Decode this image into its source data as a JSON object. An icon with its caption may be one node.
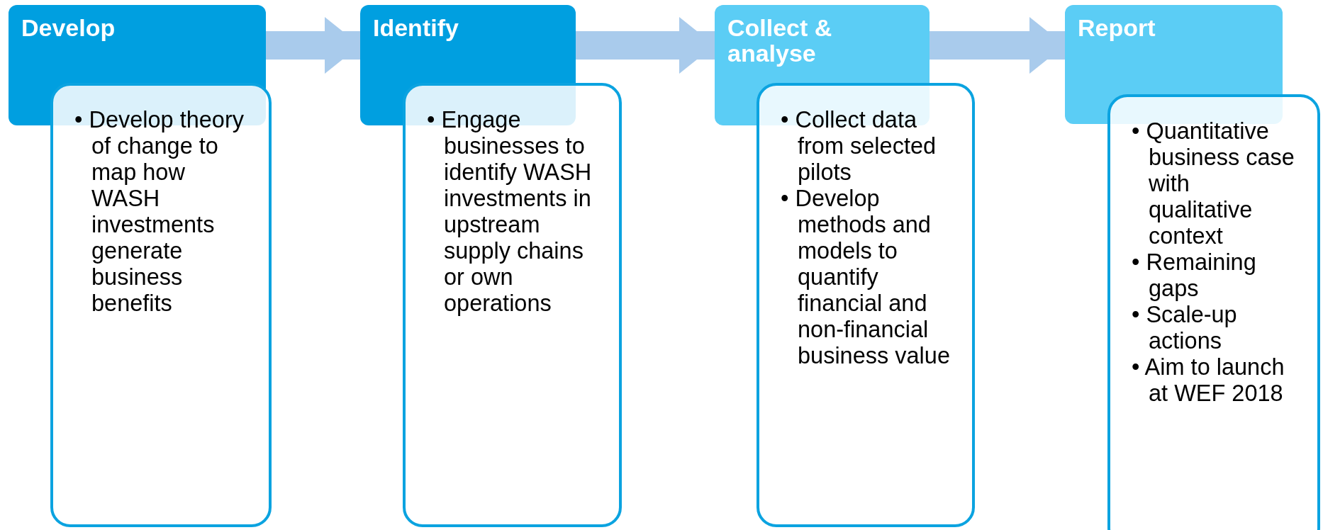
{
  "diagram": {
    "nodes": [
      {
        "text": [
          "Develop"
        ]
      },
      {
        "text": [
          "• Develop theory of change to map how WASH investments generate business benefits"
        ]
      },
      {
        "text": [
          "Identify"
        ]
      },
      {
        "text": [
          "• Engage businesses to identify WASH investments in upstream supply chains or own operations"
        ]
      },
      {
        "text": [
          "Collect & analyse"
        ]
      },
      {
        "text": [
          "• Collect data from selected pilots",
          "• Develop methods and models to quantify financial and non-financial business value"
        ]
      },
      {
        "text": [
          "Report"
        ]
      },
      {
        "text": [
          "• Quantitative business case with qualitative context",
          "• Remaining gaps",
          "• Scale-up actions",
          "• Aim to launch at WEF 2018"
        ]
      }
    ],
    "edges": [
      {
        "from": 0,
        "to": 2,
        "arrow": "to"
      },
      {
        "from": 2,
        "to": 4,
        "arrow": "to"
      },
      {
        "from": 4,
        "to": 6,
        "arrow": "to"
      }
    ]
  }
}
